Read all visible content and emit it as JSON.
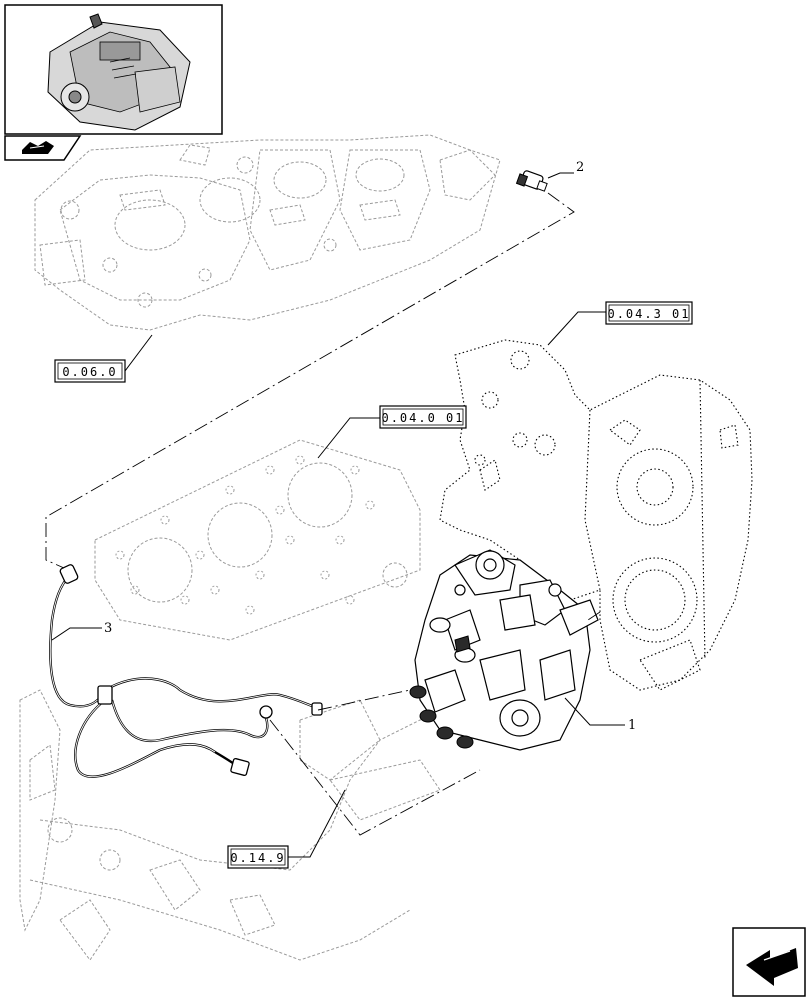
{
  "thumbnail": {
    "icon": "engine-thumbnail"
  },
  "nav_icon": "open-book-icon",
  "next_icon": "arrow-next-icon",
  "references": {
    "ref_0_06_0": "0.06.0",
    "ref_0_04_3_01": "0.04.3 01",
    "ref_0_04_0_01": "0.04.0 01",
    "ref_0_14_9": "0.14.9"
  },
  "callouts": {
    "c1": "1",
    "c2": "2",
    "c3": "3"
  }
}
